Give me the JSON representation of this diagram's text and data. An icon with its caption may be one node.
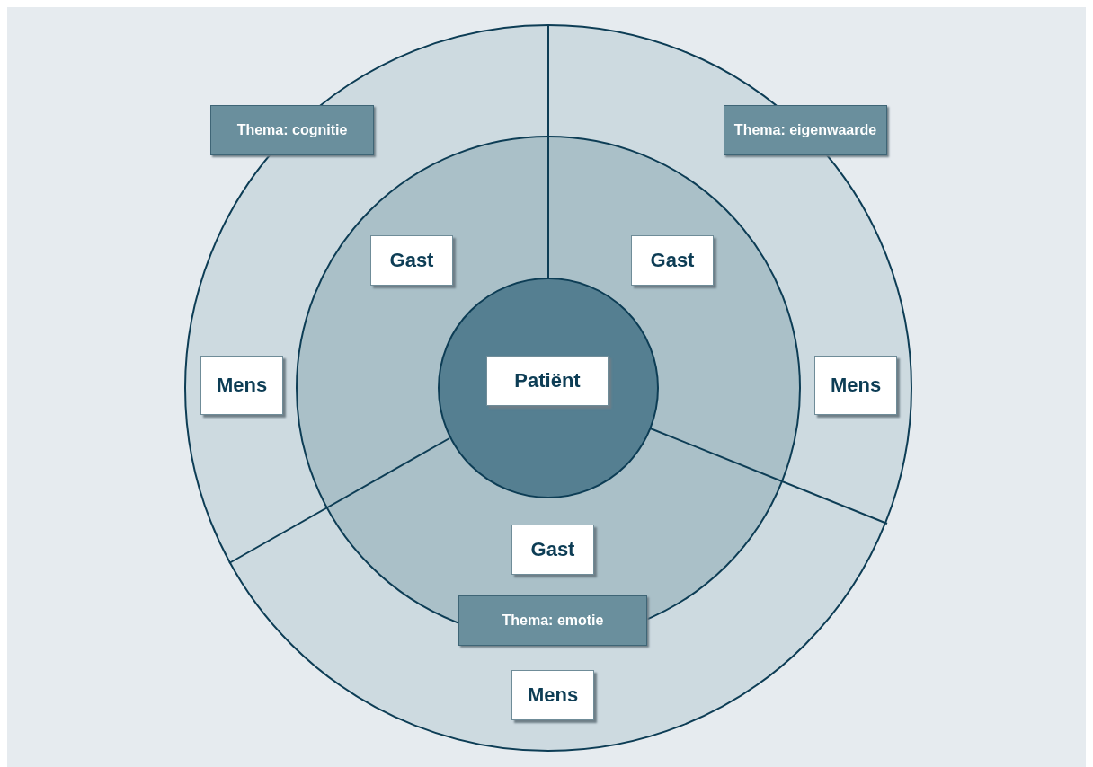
{
  "diagram": {
    "nodes": [
      {
        "text": [
          "Thema: cognitie"
        ]
      },
      {
        "text": [
          "Thema: eigenwaarde"
        ]
      },
      {
        "text": [
          "Gast"
        ]
      },
      {
        "text": [
          "Gast"
        ]
      },
      {
        "text": [
          "Mens"
        ]
      },
      {
        "text": [
          "Patiënt"
        ]
      },
      {
        "text": [
          "Mens"
        ]
      },
      {
        "text": [
          "Gast"
        ]
      },
      {
        "text": [
          "Thema: emotie"
        ]
      },
      {
        "text": [
          "Mens"
        ]
      }
    ]
  }
}
